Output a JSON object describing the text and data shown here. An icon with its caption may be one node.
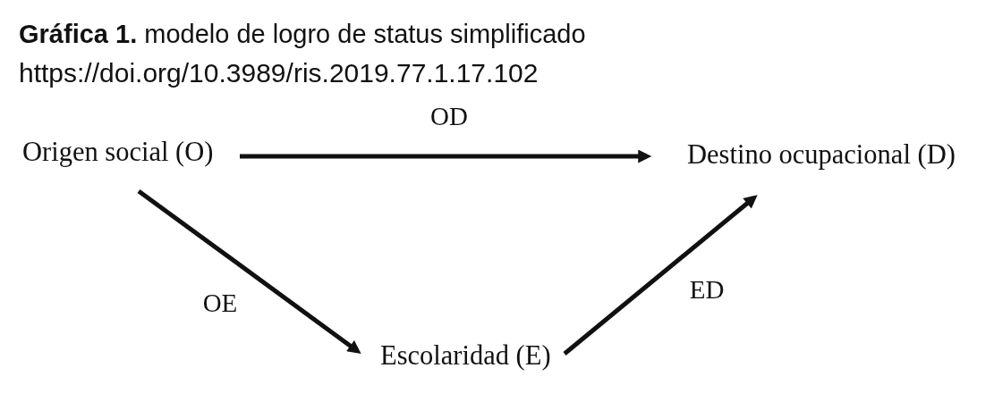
{
  "diagram": {
    "title": "**Gráfica 1.** modelo de logro de status simplificado",
    "nodes": [
      {
        "text": [
          "Origen social (O)"
        ]
      },
      {
        "text": [
          "Destino ocupacional (D)"
        ]
      },
      {
        "text": [
          "Escolaridad (E)"
        ]
      }
    ],
    "edges": [
      {
        "from": 0,
        "to": 1,
        "arrow": "to",
        "label": "OD"
      },
      {
        "from": 0,
        "to": 2,
        "arrow": "to",
        "label": "OE"
      },
      {
        "from": 2,
        "to": 1,
        "arrow": "to",
        "label": "ED"
      }
    ],
    "labels": [
      "https://doi.org/10.3989/ris.2019.77.1.17.102"
    ]
  }
}
